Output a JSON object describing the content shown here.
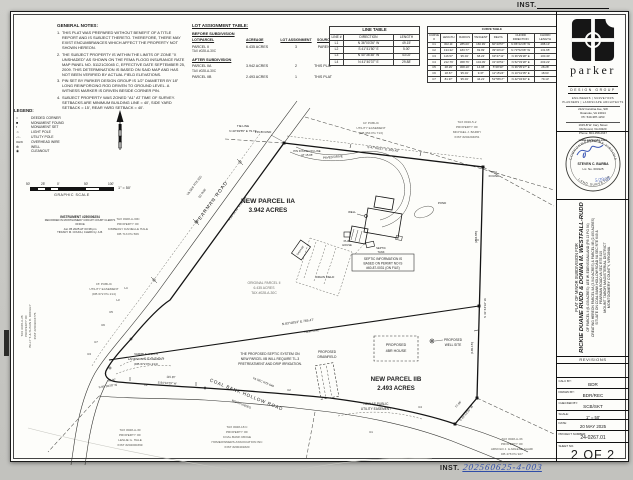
{
  "page": {
    "inst_label": "INST.",
    "inst_value": "202560625-4-003"
  },
  "notes": {
    "title": "GENERAL NOTES:",
    "items": [
      "THIS PLAT WAS PREPARED WITHOUT BENEFIT OF A TITLE REPORT AND IS SUBJECT THERETO. THEREFORE, THERE MAY EXIST ENCUMBRANCES WHICH AFFECT THE PROPERTY NOT SHOWN HEREON.",
      "THE SUBJECT PROPERTY IS WITHIN THE LIMITS OF ZONE \"X UNSHADED\" AS SHOWN ON THE FEMA FLOOD INSURANCE RATE MAP PANEL NO. 51121C0045 C, EFFECTIVE DATE SEPTEMBER 25, 2009. THIS DETERMINATION IS BASED ON SAID MAP AND HAS NOT BEEN VERIFIED BY ACTUAL FIELD ELEVATIONS.",
      "PIN SET BY PARKER DESIGN GROUP IS 1/2\" DIAMETER BY 18\" LONG REINFORCING ROD DRIVEN TO GROUND LEVEL. A WITNESS MARKER IS DRIVEN BESIDE CORNER PIN.",
      "SUBJECT PROPERTY WAS ZONED \"A1\" AT TIME OF SURVEY. SETBACKS ARE MINIMUM BUILDING LINE = 40', SIDE YARD SETBACK = 15', REAR YARD SETBACK = 40'."
    ]
  },
  "lot_table": {
    "title": "LOT ASSIGNMENT TABLE:",
    "before_label": "BEFORE SUBDIVISION",
    "after_label": "AFTER SUBDIVISION",
    "headers": [
      "LOT/PARCEL",
      "ACREAGE",
      "LOT ASSIGNMENT",
      "SOURCE"
    ],
    "before_rows": [
      {
        "name": "PARCEL II",
        "sub": "TAX #028-A-30C",
        "acreage": "6.435 ACRES",
        "assign": "3",
        "source": "PARENT"
      }
    ],
    "after_rows": [
      {
        "name": "PARCEL IIA",
        "sub": "TAX #028-A-30C",
        "acreage": "3.942 ACRES",
        "assign": "2",
        "source": "THIS PLAT"
      },
      {
        "name": "PARCEL IIB",
        "sub": "",
        "acreage": "2.493 ACRES",
        "assign": "1",
        "source": "THIS PLAT"
      }
    ]
  },
  "line_table": {
    "title": "LINE TABLE",
    "headers": [
      "LINE #",
      "DIRECTION",
      "LENGTH"
    ],
    "rows": [
      [
        "L1",
        "N 36°00'26\" W",
        "49.15'"
      ],
      [
        "L2",
        "S 41°41'50\" E",
        "5.00'"
      ],
      [
        "L3",
        "N 40°36'38\" W",
        "43.02'"
      ],
      [
        "L4",
        "N 41°40'37\" E",
        "29.88'"
      ]
    ]
  },
  "curve_table": {
    "title": "CURVE TABLE",
    "headers": [
      "CURVE #",
      "LENGTH",
      "RADIUS",
      "TANGENT",
      "DELTA",
      "CHORD DIRECTION",
      "CHORD LENGTH"
    ],
    "rows": [
      [
        "C1",
        "302.11'",
        "285.00'",
        "166.99'",
        "60°43'57\"",
        "N 86°22'28\" W",
        "288.13'"
      ],
      [
        "C2",
        "134.32'",
        "183.77'",
        "69.99'",
        "39°40'10\"",
        "N 73°52'08\" W",
        "131.65'"
      ],
      [
        "C3",
        "116.57'",
        "95.04'",
        "68.22'",
        "63°47'11\"",
        "N 36°29'28\" E",
        "100.40'"
      ],
      [
        "C4",
        "212.79'",
        "368.76'",
        "104.09'",
        "31°40'51\"",
        "N 52°33'28\" E",
        "203.22'"
      ],
      [
        "C5",
        "28.29'",
        "308.10'",
        "14.08'",
        "5°28'33\"",
        "N 36°35'27\" E",
        "28.28'"
      ],
      [
        "C6",
        "18.67'",
        "95.04'",
        "9.37'",
        "11°15'24\"",
        "N 10°41'05\" E",
        "18.64'"
      ],
      [
        "C7",
        "81.97'",
        "95.04'",
        "44.21'",
        "51°58'17\"",
        "N 42°34'40\" E",
        "79.13'"
      ]
    ]
  },
  "legend": {
    "title": "LEGEND:",
    "items": [
      {
        "glyph": "○",
        "label": "DEEDED CORNER"
      },
      {
        "glyph": "■",
        "label": "MONUMENT FOUND"
      },
      {
        "glyph": "▪",
        "label": "MONUMENT SET"
      },
      {
        "glyph": "☼",
        "label": "LIGHT POLE"
      },
      {
        "glyph": "-○-",
        "label": "UTILITY POLE"
      },
      {
        "glyph": "OHW",
        "label": "OVERHEAD WIRE"
      },
      {
        "glyph": "⊕",
        "label": "WELL"
      },
      {
        "glyph": "◉",
        "label": "CLEANOUT"
      }
    ]
  },
  "scalebar": {
    "ticks": [
      "50'",
      "25'",
      "0'",
      "50'",
      "100'"
    ],
    "ratio": "1\" = 50'",
    "caption": "GRAPHIC SCALE"
  },
  "stamp": {
    "lines": [
      "INSTRUMENT #250006254",
      "RECORDED IN MONTGOMERY CIRCUIT COURT CLERK'S OFFICE",
      "Jun 05 2025 AT 03:38 pm",
      "TIFFANY M. COUCH, CLERK by: A.B."
    ]
  },
  "firm": {
    "name": "parker",
    "subname": "DESIGN GROUP",
    "tagline1": "ENGINEERS | SURVEYORS",
    "tagline2": "PLANNERS | LANDSCAPE ARCHITECTS",
    "addr1": [
      "2122 Carolina Ave, SW",
      "Roanoke, VA 24014",
      "Ph: 540-387-1153"
    ],
    "addr2": [
      "1915-B W. Cary Street",
      "Richmond, VA 23220",
      "Phone: 804-358-2947"
    ],
    "web": "www.parkerdg.com"
  },
  "seal": {
    "ring_top": "COMMONWEALTH OF VIRGINIA",
    "ring_bottom": "LAND SURVEYOR",
    "name": "STEVEN C. BARBA",
    "lic": "Lic. No. 003125",
    "date": "5/29/25"
  },
  "plat_title": {
    "lines": [
      "PLAT OF MINOR SUBDIVISION FOR",
      "RICKIE DUANE RUDD & DONNA M. WESTFALL-RUDD",
      "OF PARCEL II (6.435 ACRES): LEE W. EDENS/GALLAND (PB 13 PG 94)",
      "CREATING HEREON PARCEL IIA (3.942 ACRES) & PARCEL IIB (2.493 ACRES)",
      "SITUATE ON COAL BANK HOLLOW ROAD VA SEC RTE 649 &",
      "PEARMAN ROAD VA SEC RTE 810",
      "MOUNT TABOR MAGISTERIAL DISTRICT",
      "MONTGOMERY COUNTY, VIRGINIA"
    ]
  },
  "titleblock": {
    "revisions_label": "REVISIONS",
    "rows": [
      {
        "label": "CALC BY:",
        "value": "BDR"
      },
      {
        "label": "DRAWN BY:",
        "value": "BDR/REC"
      },
      {
        "label": "CHECKED BY:",
        "value": "SCB/SKT"
      },
      {
        "label": "SCALE:",
        "value": "1\" = 50'"
      },
      {
        "label": "DATE:",
        "value": "20 MAY 2025"
      },
      {
        "label": "PROJECT NUMBER:",
        "value": "24-0267.01"
      }
    ],
    "sheet_label": "SHEET NO.",
    "sheet_value": "2 OF 2"
  },
  "drawing": {
    "parcel_iia": [
      "NEW PARCEL IIA",
      "3.942 ACRES"
    ],
    "parcel_iib": [
      "NEW PARCEL IIB",
      "2.493 ACRES"
    ],
    "original_parcel": [
      "ORIGINAL PARCEL II",
      "6.435 ACRES",
      "TAX #028-A-30C"
    ],
    "pearman": {
      "road": "PEARMAN ROAD",
      "rte": "VA SEC RTE 810",
      "rw": "50' R/W",
      "bearing": "N 36°31'12\" E   383.54'"
    },
    "coalbank": {
      "road": "COAL BANK HOLLOW ROAD",
      "rte": "VA SEC RTE 649",
      "width": "WIDTH VARIES"
    },
    "top_bearing": "S 47°06'57\" E   365.42'",
    "tie": [
      "TIE LINE",
      "N 43°49'55\" E   79.74'"
    ],
    "pin1": "PIN FOUND",
    "pin2": [
      "PIN FOUND ON LINE",
      "AT 15.05'"
    ],
    "pin3": [
      "PIN",
      "FOUND"
    ],
    "ease_top": [
      "10' PUBLIC",
      "UTILITY EASEMENT",
      "(DB 654 PG 713)"
    ],
    "ease_west": [
      "15' PUBLIC",
      "UTILITY EASEMENT",
      "(DB 672 PG 214)"
    ],
    "ease_new": [
      "NEW 15' PUBLIC",
      "UTILITY EASEMENT"
    ],
    "landscape": [
      "VARIBLE WIDTH",
      "LANDSCAPE EASEMENT",
      "(DB 672 PG 214)"
    ],
    "septic_note": [
      "THE PROPOSED SEPTIC SYSTEM ON",
      "NEW PARCEL IIB WILL REQUIRE TL-3",
      "PRETREATMENT AND DRIP IRRIGATION."
    ],
    "septic_box": [
      "SEPTIC INFORMATION IS",
      "BASED ON PERMIT NO IS",
      "#60-87-0031 (ON FILE)"
    ],
    "drain_field": "DRAIN FIELD",
    "prop_house": [
      "PROPOSED",
      "4BR HOUSE"
    ],
    "prop_drain": [
      "PROPOSED",
      "DRAINFIELD"
    ],
    "prop_well": [
      "PROPOSED",
      "WELL SITE"
    ],
    "new_line": [
      "N 83°48'53\" E   765.47'",
      "NEW LINE"
    ],
    "right_dim_upper": "(203.88')",
    "right_bearing": "S 41°43'16\" W",
    "right_dim_lower": "(165.15')",
    "sw_bearing": [
      "S 43°13'35\" W",
      "77.66'"
    ],
    "cb1": [
      "S 83°18'29\" W",
      "85.00'"
    ],
    "cb2": [
      "S 84°16'29\" W",
      "115.87'"
    ],
    "barry": [
      "TAX #016-5-2",
      "PROPERTY OF",
      "MICHAEL J. BARRY",
      "INST #202204051"
    ],
    "saari": [
      "TAX #028-A-33",
      "PROPERTY OF",
      "ARNOLD J. & ARLENE SAARI",
      "DB 478 PG 927"
    ],
    "hoa": [
      "TAX #028-18 C",
      "PROPERTY OF",
      "COAL BANK RIDGE",
      "HOMEOWNERS ASSOCIATION INC",
      "INST #200401820"
    ],
    "hale_leslie": [
      "TAX #028-A-30",
      "PROPERTY OF",
      "LESLIE G. HALE",
      "INST #202000399"
    ],
    "hale_kimberly": [
      "TAX #028-A-30C",
      "PROPERTY OF",
      "KIMBERLY DANIELLE HALE",
      "DB 713 PG 566"
    ],
    "dooley": [
      "TAX #028-A-28",
      "PROPERTY OF",
      "BILLY T. & SUSAN B. DOOLEY",
      "INST #2009004775"
    ],
    "paved_drive": "PAVED DRIVE",
    "pond": "POND",
    "well": "WELL",
    "septic_tank": [
      "SEPTIC",
      "TANK"
    ],
    "play_house": [
      "PLAY",
      "HOUSE"
    ],
    "garage": "GARAGE",
    "markers": {
      "c1": "C1",
      "c2": "C2",
      "c3": "C3",
      "c4": "C4",
      "c5": "C5",
      "c6": "C6",
      "c7": "C7",
      "l2": "L2",
      "l3": "L3",
      "l4": "L4"
    }
  }
}
